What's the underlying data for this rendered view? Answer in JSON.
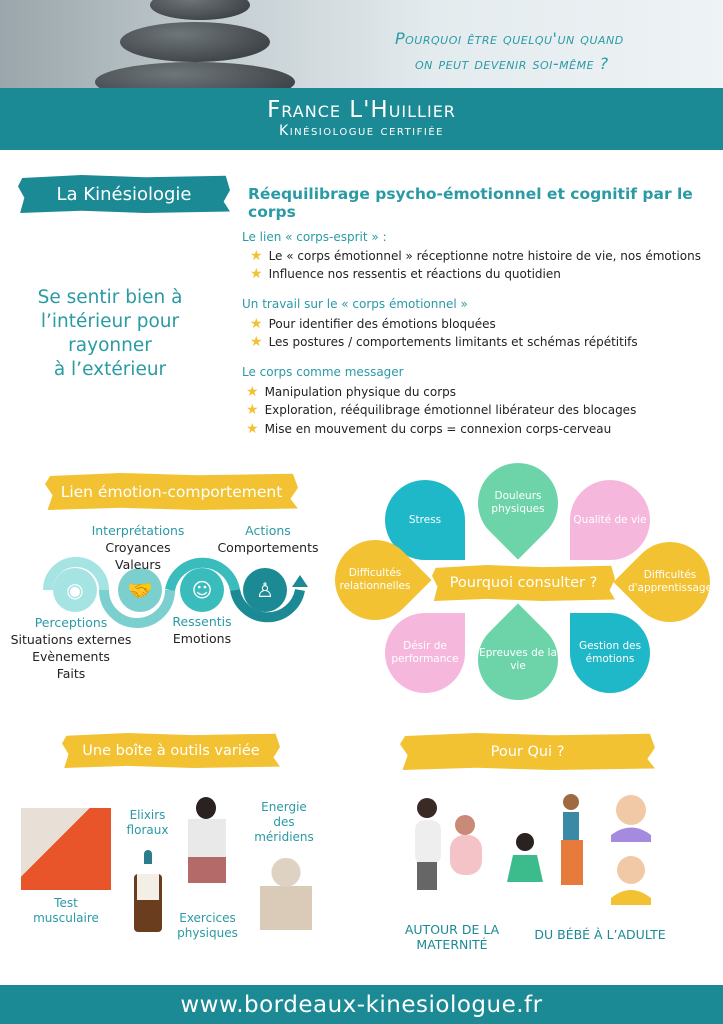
{
  "header": {
    "quote_line1": "Pourquoi être quelqu'un quand",
    "quote_line2": "on peut devenir soi-même ?",
    "name": "France L'Huillier",
    "title": "Kinésiologue certifiée"
  },
  "kinesiologie": {
    "badge": "La Kinésiologie",
    "heading": "Réequilibrage psycho-émotionnel et cognitif par le corps",
    "slogan": [
      "Se sentir bien à",
      "l’intérieur pour",
      "rayonner",
      "à l’extérieur"
    ],
    "sections": [
      {
        "title": "Le lien « corps-esprit » :",
        "items": [
          "Le « corps émotionnel » réceptionne notre histoire de vie, nos émotions",
          "Influence nos ressentis et réactions du quotidien"
        ]
      },
      {
        "title": "Un travail sur le « corps émotionnel »",
        "items": [
          "Pour identifier des émotions bloquées",
          "Les postures / comportements limitants et schémas répétitifs"
        ]
      },
      {
        "title": "Le corps comme messager",
        "items": [
          "Manipulation physique du corps",
          "Exploration, rééquilibrage émotionnel libérateur des blocages",
          "Mise en mouvement du corps = connexion corps-cerveau"
        ]
      }
    ]
  },
  "lien": {
    "badge": "Lien émotion-comportement",
    "perceptions": {
      "title": "Perceptions",
      "lines": [
        "Situations externes",
        "Evènements",
        "Faits"
      ],
      "icon": "eye-icon"
    },
    "interpretations": {
      "title": "Interprétations",
      "lines": [
        "Croyances",
        "Valeurs"
      ],
      "icon": "handshake-icon"
    },
    "ressentis": {
      "title": "Ressentis",
      "lines": [
        "Emotions"
      ],
      "icon": "smiley-icon"
    },
    "actions": {
      "title": "Actions",
      "lines": [
        "Comportements"
      ],
      "icon": "body-icon"
    }
  },
  "consulter": {
    "center": "Pourquoi consulter ?",
    "petals": [
      "Stress",
      "Douleurs physiques",
      "Qualité de vie",
      "Difficultés relationnelles",
      "Difficultés d'apprentissage",
      "Désir de performance",
      "Epreuves de la vie",
      "Gestion des émotions"
    ]
  },
  "outils": {
    "badge": "Une boîte à outils variée",
    "items": [
      "Test musculaire",
      "Elixirs floraux",
      "Exercices physiques",
      "Energie des méridiens"
    ]
  },
  "pourqui": {
    "badge": "Pour Qui ?",
    "maternite": "AUTOUR DE LA MATERNITÉ",
    "age": "DU BÉBÉ À L’ADULTE"
  },
  "footer": {
    "url": "www.bordeaux-kinesiologue.fr"
  },
  "colors": {
    "teal": "#1b8a95",
    "yellow": "#f2c232",
    "pink": "#f5b8dc",
    "mint": "#6dd4aa",
    "cyan": "#1fb8c8"
  }
}
